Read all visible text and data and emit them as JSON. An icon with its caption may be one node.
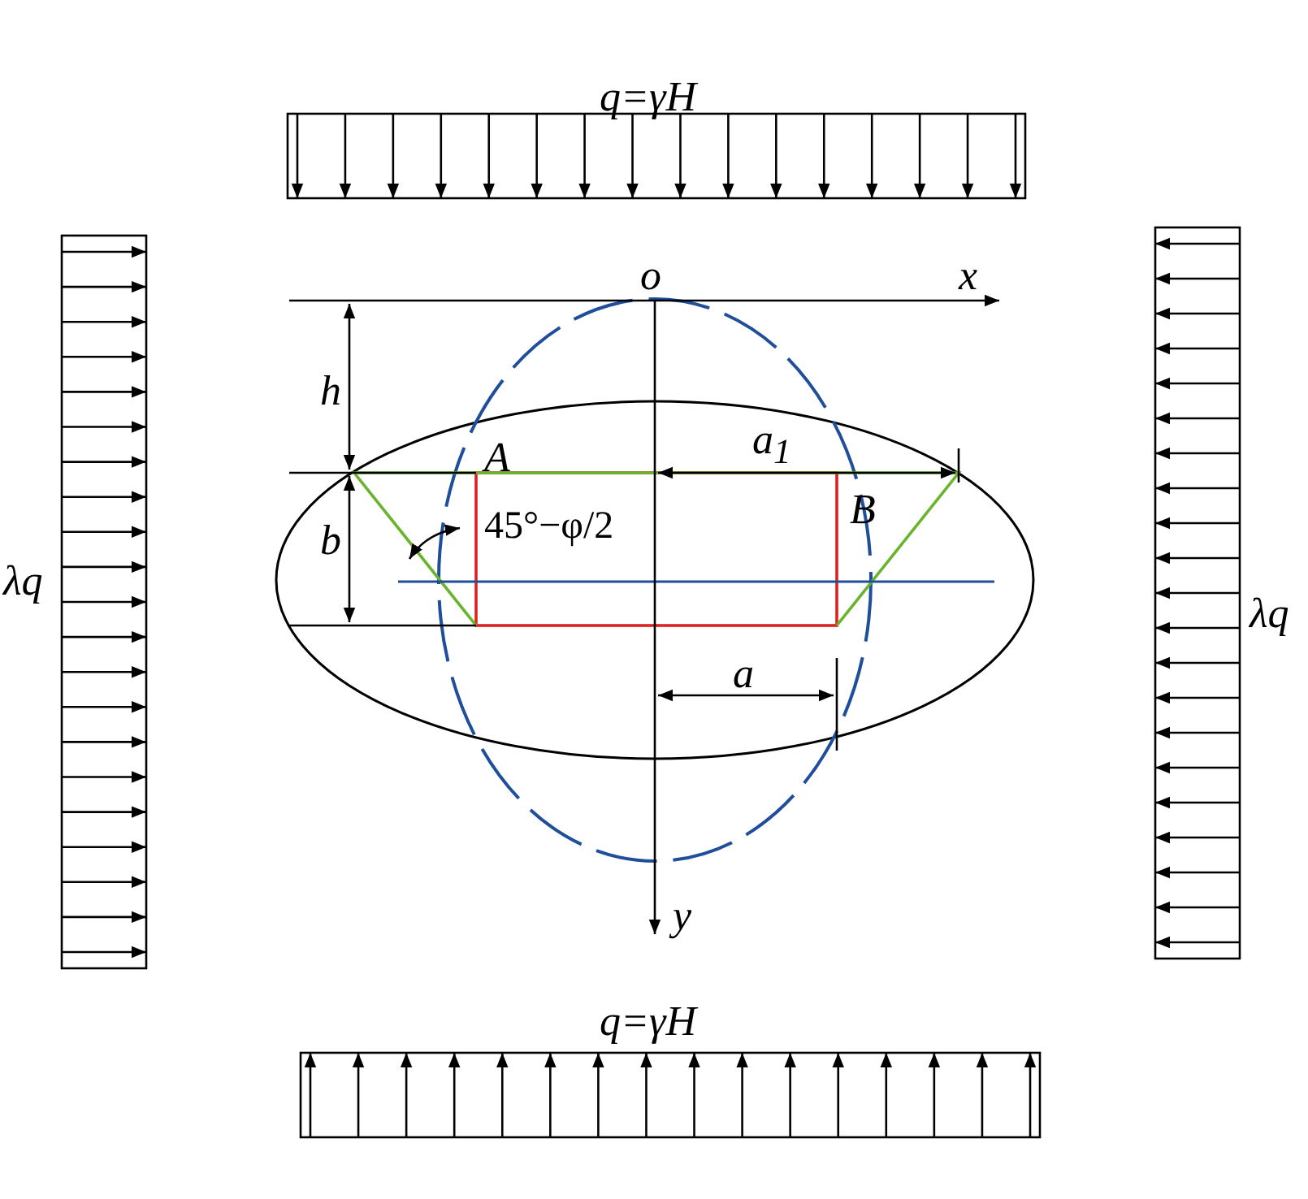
{
  "diagram": {
    "labels": [
      "q=γH",
      "o",
      "x",
      "h",
      "A",
      "a$_{1}$",
      "λq",
      "λq",
      "B",
      "b",
      "45°−φ/2",
      "a",
      "y",
      "q=γH"
    ]
  }
}
